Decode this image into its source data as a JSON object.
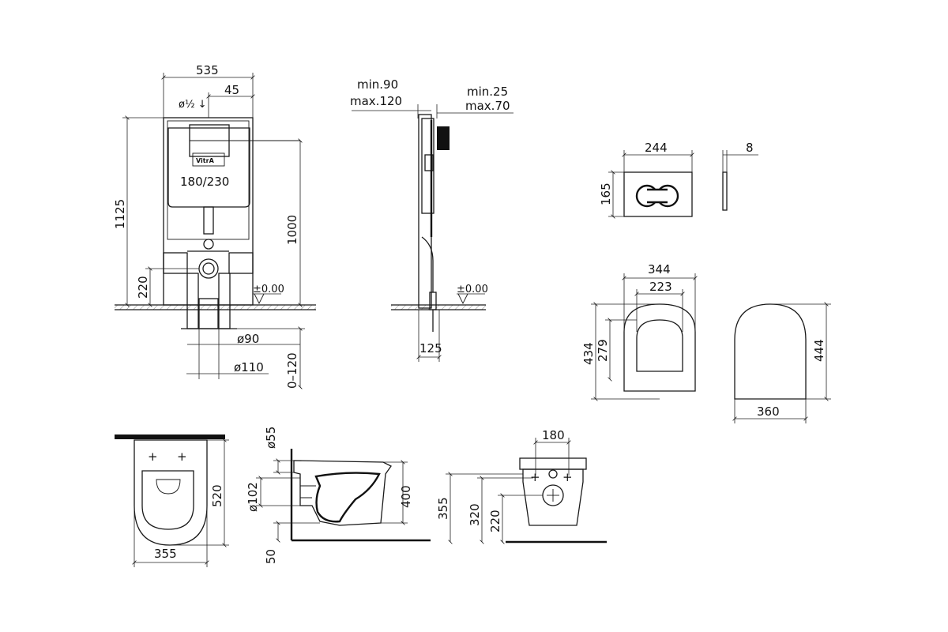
{
  "brand": "VitrA",
  "frame": {
    "width": "535",
    "offset": "45",
    "tank_cap": "180/230",
    "height": "1125",
    "tank_height": "1000",
    "flush_height": "220",
    "level": "±0.00",
    "pipe_90": "ø90",
    "pipe_110": "ø110",
    "adjust": "0–120"
  },
  "side": {
    "wall_min_max": "min.90",
    "wall_max": "max.120",
    "panel_min": "min.25",
    "panel_max": "max.70",
    "level": "±0.00",
    "depth": "125"
  },
  "plate": {
    "width": "244",
    "height": "165",
    "thickness": "8"
  },
  "seat": {
    "outer_width": "344",
    "inner_width": "223",
    "outer_length": "434",
    "inner_length": "279",
    "cover_width": "360",
    "cover_length": "444"
  },
  "bowl": {
    "width": "355",
    "length": "520",
    "outlet": "ø55",
    "inlet": "ø102",
    "height": "400",
    "floor_gap": "50",
    "bolt_spacing": "180",
    "height_b": "355",
    "bolt_h": "320",
    "outlet_h": "220"
  }
}
